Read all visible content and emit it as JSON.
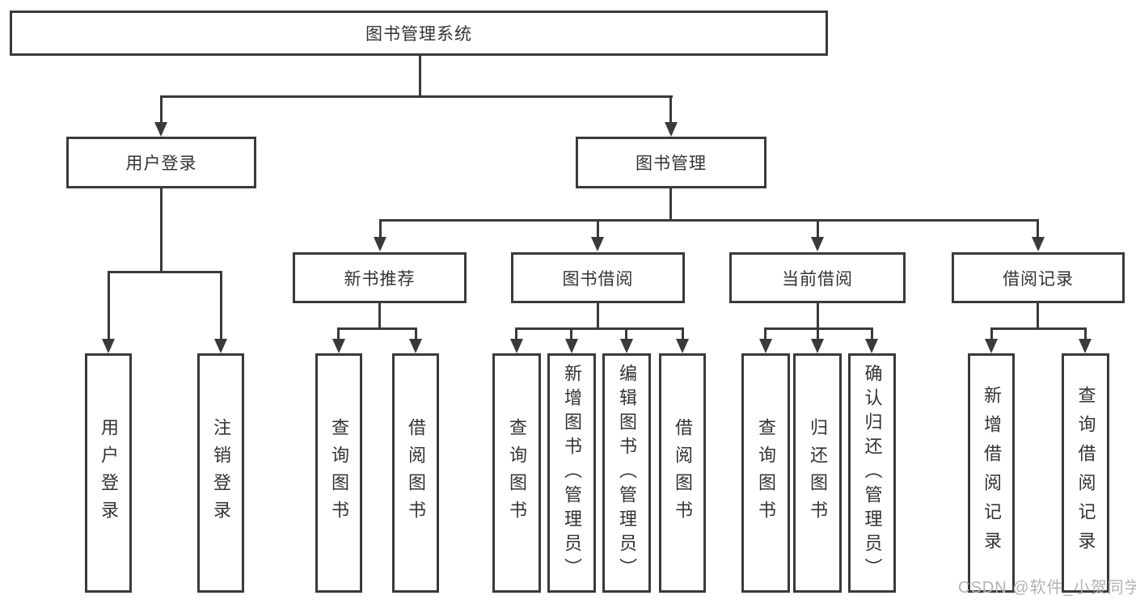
{
  "tree": {
    "root": {
      "label": "图书管理系统",
      "children": [
        {
          "label": "用户登录",
          "children": [
            {
              "label": "用户登录"
            },
            {
              "label": "注销登录"
            }
          ]
        },
        {
          "label": "图书管理",
          "children": [
            {
              "label": "新书推荐",
              "children": [
                {
                  "label": "查询图书"
                },
                {
                  "label": "借阅图书"
                }
              ]
            },
            {
              "label": "图书借阅",
              "children": [
                {
                  "label": "查询图书"
                },
                {
                  "label": "新增图书（管理员）"
                },
                {
                  "label": "编辑图书（管理员）"
                },
                {
                  "label": "借阅图书"
                }
              ]
            },
            {
              "label": "当前借阅",
              "children": [
                {
                  "label": "查询图书"
                },
                {
                  "label": "归还图书"
                },
                {
                  "label": "确认归还（管理员）"
                }
              ]
            },
            {
              "label": "借阅记录",
              "children": [
                {
                  "label": "新增借阅记录"
                },
                {
                  "label": "查询借阅记录"
                }
              ]
            }
          ]
        }
      ]
    }
  },
  "watermark": {
    "text": "CSDN @软件_小贺同学",
    "color": "#b3b3b3"
  },
  "colors": {
    "line": "#3a3a3a",
    "box_border": "#3a3a3a",
    "text": "#333333",
    "background": "#ffffff"
  }
}
